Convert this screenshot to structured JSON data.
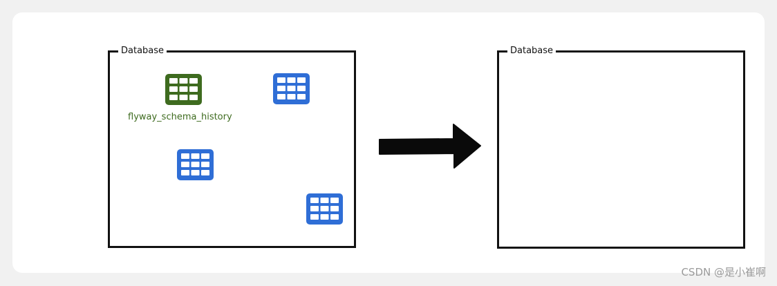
{
  "diagram": {
    "left_database": {
      "label": "Database",
      "tables": [
        {
          "name": "flyway_schema_history",
          "color": "#3e6b1f",
          "icon": "table-grid-icon"
        },
        {
          "name": "",
          "color": "#2f6ed6",
          "icon": "table-grid-icon"
        },
        {
          "name": "",
          "color": "#2f6ed6",
          "icon": "table-grid-icon"
        },
        {
          "name": "",
          "color": "#2f6ed6",
          "icon": "table-grid-icon"
        }
      ]
    },
    "right_database": {
      "label": "Database"
    },
    "arrow": {
      "icon": "right-arrow-icon",
      "color": "#0a0a0a"
    }
  },
  "watermark": "CSDN @是小崔啊"
}
